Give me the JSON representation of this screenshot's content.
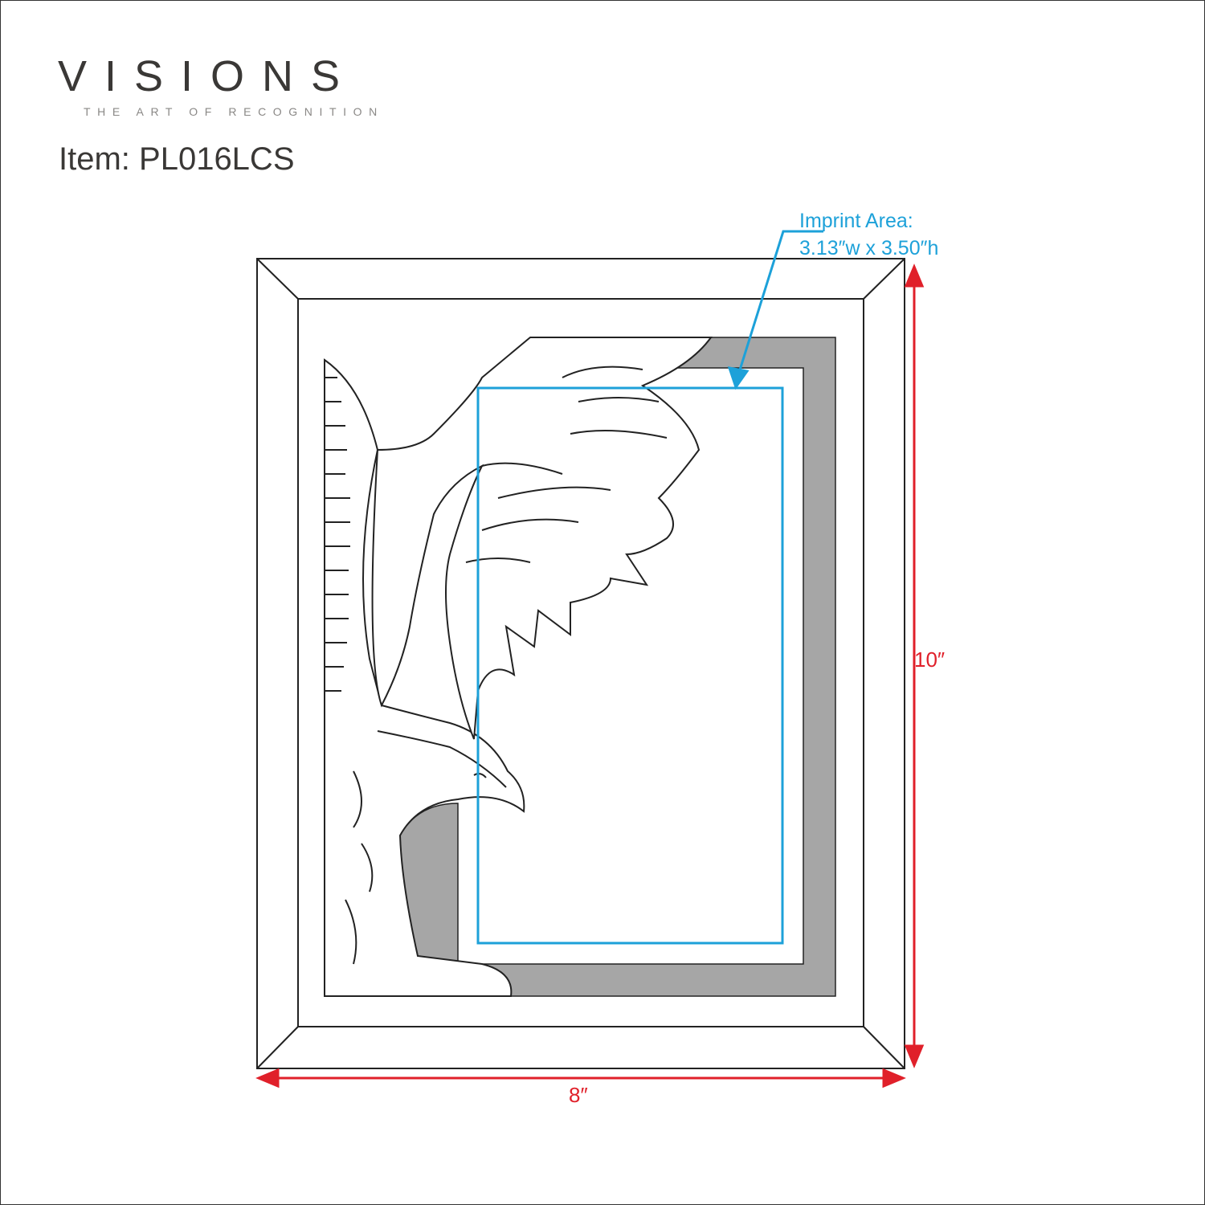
{
  "brand": {
    "name": "VISIONS",
    "tagline": "THE ART OF RECOGNITION"
  },
  "item": {
    "label": "Item: PL016LCS"
  },
  "imprint": {
    "title": "Imprint Area:",
    "size": "3.13″w x 3.50″h"
  },
  "dimensions": {
    "height": "10″",
    "width": "8″"
  },
  "colors": {
    "imprint": "#1da1d9",
    "dimension": "#e0202a",
    "plate": "#a6a6a6",
    "line": "#222222"
  }
}
